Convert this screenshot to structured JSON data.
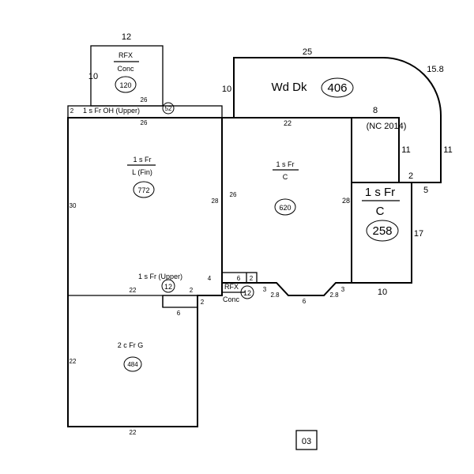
{
  "sketch": {
    "page_label": "03",
    "areas": [
      {
        "code": "RFX",
        "desc": "Conc",
        "area": "120"
      },
      {
        "code": "Wd Dk",
        "desc": "",
        "area": "406"
      },
      {
        "code": "1 s Fr",
        "desc": "L (Fin)",
        "area": "772"
      },
      {
        "code": "1 s Fr",
        "desc": "C",
        "area": "620"
      },
      {
        "code": "1 s Fr",
        "desc": "C",
        "area": "258"
      },
      {
        "code": "2 c Fr G",
        "desc": "",
        "area": "484"
      }
    ],
    "small_areas": [
      {
        "label": "1 s Fr OH  (Upper)",
        "area": "52"
      },
      {
        "label": "1 s Fr  (Upper)",
        "area": "12"
      },
      {
        "label": "RFX",
        "sub": "Conc",
        "area": "12"
      }
    ],
    "note": "(NC 2014)",
    "dims": {
      "rfx_top": "12",
      "rfx_left": "10",
      "deck_top": "25",
      "deck_left": "10",
      "deck_arc": "15.8",
      "deck_right": "11",
      "deck_inner_right": "11",
      "deck_inner_bottom": "2",
      "deck_inner_top": "8",
      "oh_26_top": "26",
      "oh_26_bottom": "26",
      "oh_left": "2",
      "main_22": "22",
      "living_left": "30",
      "living_right": "28",
      "center_left": "26",
      "center_right": "28",
      "right_5": "5",
      "right_17": "17",
      "bottom_10": "10",
      "step_3a": "3",
      "step_3b": "3",
      "step_28a": "2.8",
      "step_28b": "2.8",
      "step_6": "6",
      "notch_6": "6",
      "notch_2": "2",
      "gar_top": "22",
      "gar_bottom": "22",
      "gar_left": "22",
      "upper_2": "2",
      "upper_4": "4",
      "small_2": "2",
      "small_6": "6"
    }
  }
}
